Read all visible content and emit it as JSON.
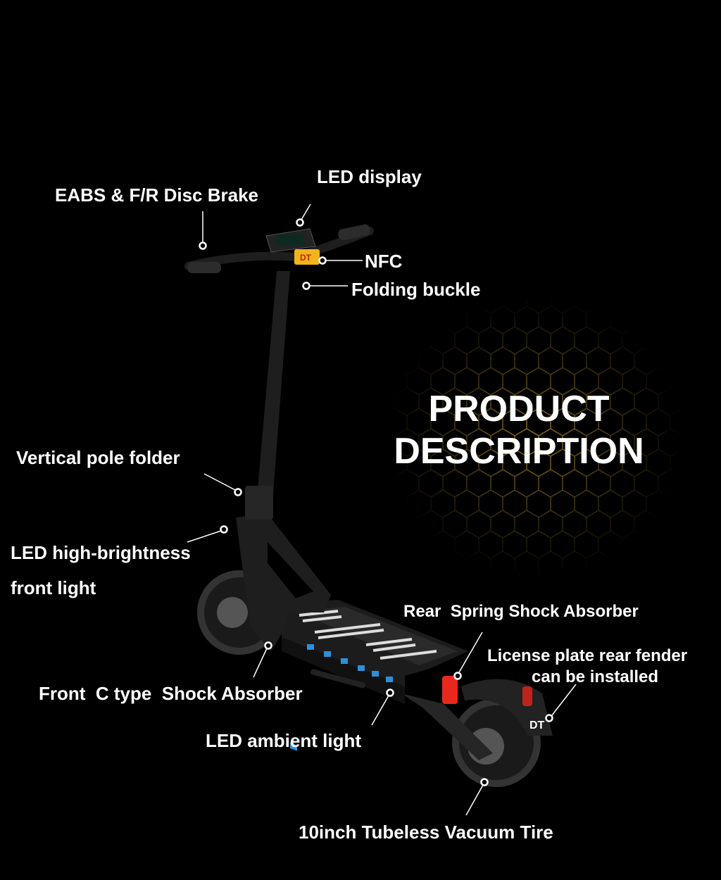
{
  "title": {
    "line1": "PRODUCT",
    "line2": "DESCRIPTION"
  },
  "labels": {
    "led_display": "LED display",
    "brake": "EABS & F/R Disc Brake",
    "nfc": "NFC",
    "folding_buckle": "Folding buckle",
    "pole_folder": "Vertical pole folder",
    "front_light_1": "LED high-brightness",
    "front_light_2": "front light",
    "rear_spring": "Rear  Spring Shock Absorber",
    "license_1": "License plate rear fender",
    "license_2": "can be installed",
    "front_shock": "Front  C type  Shock Absorber",
    "ambient": "LED ambient light",
    "tire": "10inch Tubeless Vacuum Tire"
  },
  "logo_text": "DT",
  "colors": {
    "background": "#000000",
    "text": "#ffffff",
    "honeycomb": "#b8901c",
    "ambient_led": "#2e8fd8",
    "spring": "#e8281c",
    "nfc_tag": "#f2b418"
  }
}
